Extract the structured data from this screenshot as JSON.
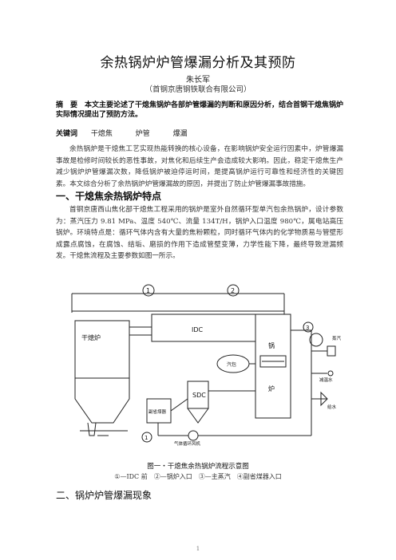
{
  "title": "余热锅炉炉管爆漏分析及其预防",
  "author": "朱长军",
  "affiliation": "（首钢京唐钢铁联合有限公司）",
  "abstract": "摘　要　本文主要论述了干熄焦锅炉各部炉管爆漏的判断和原因分析，结合首钢干熄焦锅炉实际情况提出了预防方法。",
  "keywords": {
    "label": "关键词",
    "terms": [
      "干熄焦",
      "炉管",
      "爆漏"
    ]
  },
  "intro": "余热锅炉是干熄焦工艺实现热能转换的核心设备，在影响锅炉安全运行因素中，炉管爆漏事故是检修时间较长的恶性事故，对焦化和后续生产会造成较大影响。因此，稳定干熄焦生产减少锅炉炉管爆漏次数，降低锅炉被迫停运时间，是提高锅炉运行可靠性和经济性的关键因素。本文综合分析了余热锅炉炉管爆漏故的原因，并提出了防止炉管爆漏事故措施。",
  "section1": {
    "heading": "一、干熄焦余热锅炉特点",
    "text": "首钢京唐西山焦化部干熄焦工程采用的锅炉是室外自然循环型单汽包余热锅炉，设计参数为：蒸汽压力 9.81 MPa、温度 540℃、流量 134T/H，锅炉入口温度 980℃，属电站高压锅炉。环境特点是：循环气体内含有大量的焦粉颗粒，同时循环气体内的化学物质易与管壁形成露点腐蚀，在腐蚀、结垢、磨损的作用下造成管壁变薄，力学性能下降，最终导致泄漏频发。干熄焦流程及主要参数如图一所示。"
  },
  "figure": {
    "labels": {
      "furnace": "干熄炉",
      "idc": "IDC",
      "sdc": "SDC",
      "boiler": "锅",
      "boiler2": "炉",
      "drum": "汽包",
      "steam": "蒸汽",
      "feedwater": "减温水",
      "water": "给水",
      "preheater": "副省煤器",
      "fan": "气体循环风机",
      "n1": "1",
      "n2": "2",
      "n3": "3"
    },
    "caption": "图一・干熄焦余热锅炉流程示意图",
    "legend": "①—IDC 前　②—锅炉入口　③—主蒸汽　④副省煤器入口"
  },
  "section2": {
    "heading": "二、锅炉炉管爆漏现象"
  },
  "page_number": "1"
}
